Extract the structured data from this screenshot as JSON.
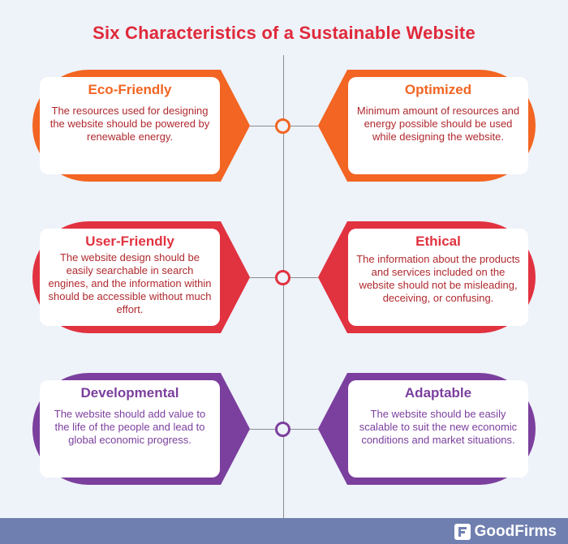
{
  "title": "Six Characteristics of a Sustainable Website",
  "colors": {
    "orange": "#f26522",
    "red": "#e13240",
    "purple": "#7b3f9e",
    "title": "#e0293a",
    "footer": "#6f7fb0"
  },
  "cards": [
    {
      "title": "Eco-Friendly",
      "text": "The resources used for designing the website should be powered by renewable energy."
    },
    {
      "title": "Optimized",
      "text": "Minimum amount of resources and energy possible should be used while designing the website."
    },
    {
      "title": "User-Friendly",
      "text": "The website design should be easily searchable in search engines, and the information within should be accessible without much effort."
    },
    {
      "title": "Ethical",
      "text": "The information about the products and services included on the website should not be misleading, deceiving, or confusing."
    },
    {
      "title": "Developmental",
      "text": "The website should add value to the life of the people and lead to global economic progress."
    },
    {
      "title": "Adaptable",
      "text": "The website should be easily scalable to suit the new economic conditions and market situations."
    }
  ],
  "footer": {
    "logo_text": "GoodFirms"
  }
}
